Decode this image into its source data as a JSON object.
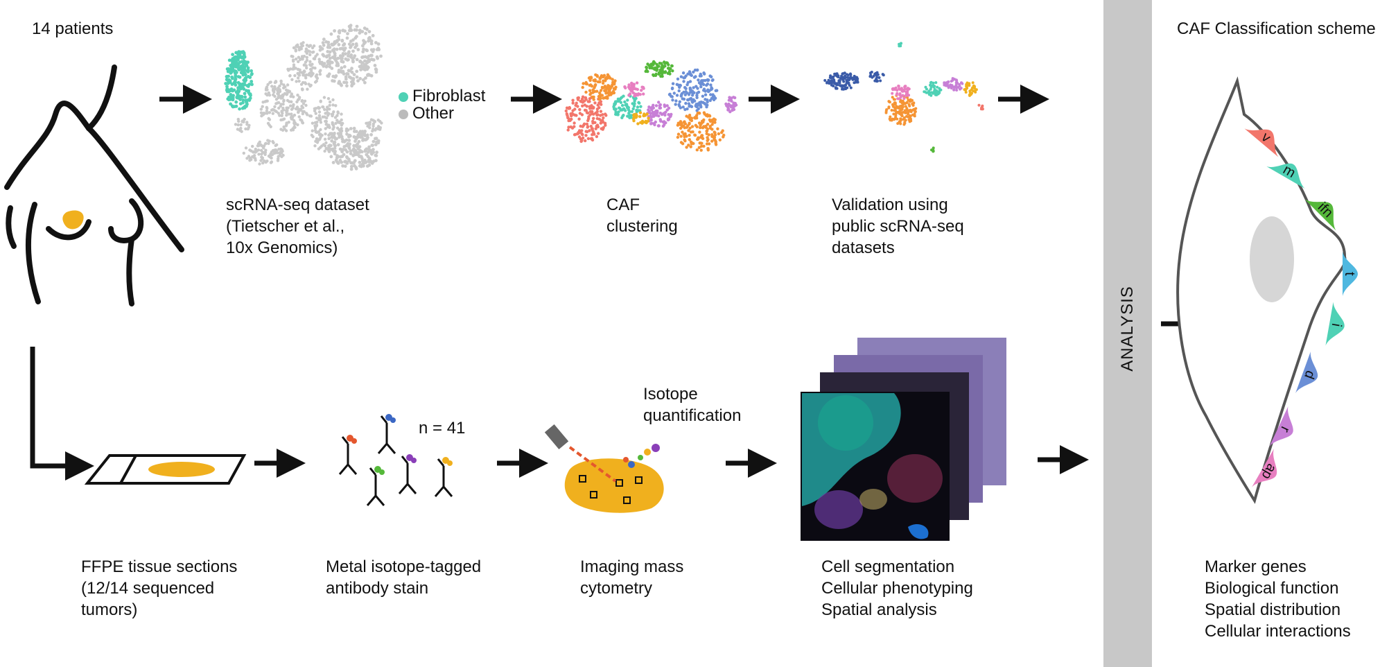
{
  "top_row": {
    "patients_label": "14 patients",
    "legend": [
      {
        "label": "Fibroblast",
        "color": "#4fd1b5"
      },
      {
        "label": "Other",
        "color": "#bbbbbb"
      }
    ],
    "steps": [
      {
        "lines": [
          "scRNA-seq dataset",
          "(Tietscher et al.,",
          "10x Genomics)"
        ]
      },
      {
        "lines": [
          "CAF",
          "clustering"
        ]
      },
      {
        "lines": [
          "Validation using",
          "public scRNA-seq",
          "datasets"
        ]
      }
    ]
  },
  "bottom_row": {
    "antibody_count": "n = 41",
    "isotope_label": [
      "Isotope",
      "quantification"
    ],
    "steps": [
      {
        "lines": [
          "FFPE tissue sections",
          "(12/14 sequenced",
          "tumors)"
        ]
      },
      {
        "lines": [
          "Metal isotope-tagged",
          "antibody stain"
        ]
      },
      {
        "lines": [
          "Imaging mass",
          "cytometry"
        ]
      },
      {
        "lines": [
          "Cell segmentation",
          "Cellular phenotyping",
          "Spatial analysis"
        ]
      }
    ]
  },
  "analysis_label": "ANALYSIS",
  "classification": {
    "title": "CAF Classification scheme",
    "subtypes": [
      {
        "label": "v",
        "color": "#f2766b"
      },
      {
        "label": "m",
        "color": "#4fd1b5"
      },
      {
        "label": "ifn",
        "color": "#55b83a"
      },
      {
        "label": "t",
        "color": "#4fb8e0"
      },
      {
        "label": "i",
        "color": "#4fd1b5"
      },
      {
        "label": "d",
        "color": "#6b8fd6"
      },
      {
        "label": "r",
        "color": "#c77fd6"
      },
      {
        "label": "ap",
        "color": "#e77fc0"
      }
    ],
    "outcomes": [
      "Marker genes",
      "Biological function",
      "Spatial distribution",
      "Cellular interactions"
    ]
  },
  "colors": {
    "tumor": "#f0b01e",
    "arrow": "#111111",
    "analysis_bar": "#c8c8c8"
  }
}
